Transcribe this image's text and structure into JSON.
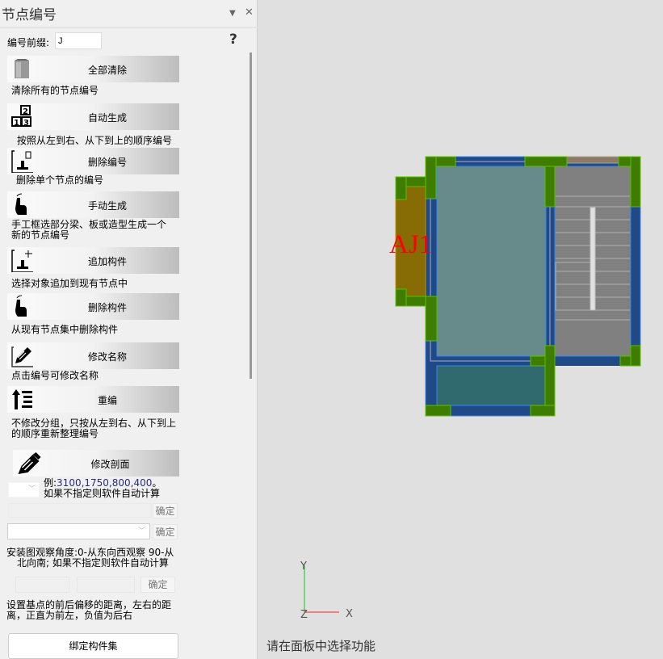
{
  "panel": {
    "title": "节点编号",
    "prefix_label": "编号前缀:",
    "prefix_value": "J",
    "help": "?"
  },
  "buttons": [
    {
      "label": "全部清除",
      "desc": "清除所有的节点编号",
      "icon": "trash-box-icon"
    },
    {
      "label": "自动生成",
      "desc": "按照从左到右、从下到上的顺序编号",
      "icon": "number-blocks-icon"
    },
    {
      "label": "删除编号",
      "desc": "删除单个节点的编号",
      "icon": "delete-number-icon"
    },
    {
      "label": "手动生成",
      "desc": "手工框选部分梁、板或造型生成一个",
      "desc2": "新的节点编号",
      "icon": "hand-pointer-icon"
    },
    {
      "label": "追加构件",
      "desc": "选择对象追加到现有节点中",
      "icon": "add-component-icon"
    },
    {
      "label": "删除构件",
      "desc": "从现有节点集中删除构件",
      "icon": "hand-pointer-icon"
    },
    {
      "label": "修改名称",
      "desc": "点击编号可修改名称",
      "icon": "edit-pencil-icon"
    },
    {
      "label": "重编",
      "desc": "不修改分组，只按从左到右、从下到上",
      "desc2": "的顺序重新整理编号",
      "icon": "renumber-icon"
    },
    {
      "label": "修改剖面",
      "icon": "pencil-icon"
    }
  ],
  "section": {
    "example_prefix": "例:",
    "example_values": "3100,1750,800,400",
    "example_suffix": "。",
    "auto_note": "如果不指定则软件自动计算",
    "confirm": "确定"
  },
  "angle": {
    "line1": "安装图观察角度:0-从东向西观察  90-从",
    "line2": "北向南; 如果不指定则软件自动计算"
  },
  "offset": {
    "line1": "设置基点的前后偏移的距离，左右的距",
    "line2": "离，正直为前左，负值为后右"
  },
  "bind_button": "绑定构件集",
  "viewport": {
    "node_label": "AJ1",
    "axis_x": "X",
    "axis_y": "Y",
    "axis_z": "Z",
    "status": "请在面板中选择功能"
  },
  "colors": {
    "wall": "#1f4a87",
    "column": "#3f7d00",
    "room": "#678b8a",
    "stair": "#808080",
    "label": "#ff0000"
  }
}
